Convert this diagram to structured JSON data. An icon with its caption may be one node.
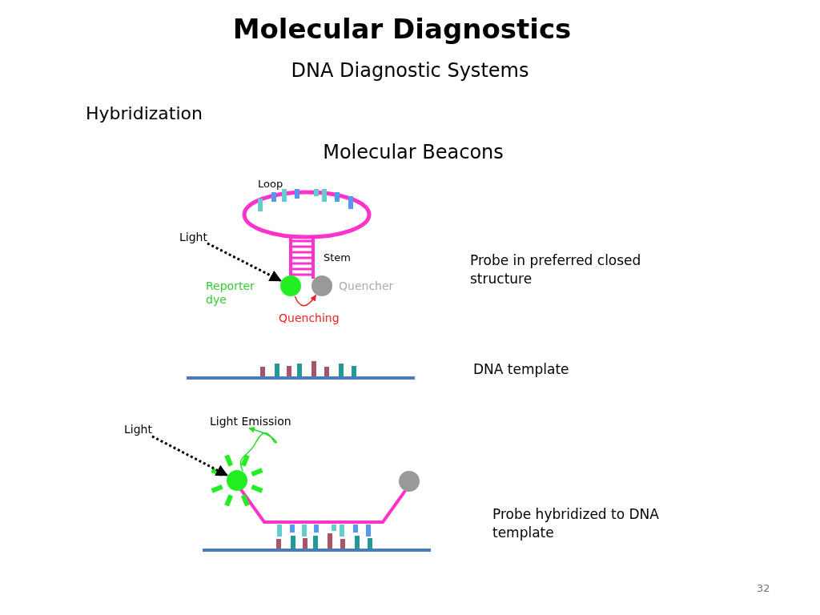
{
  "diagram": {
    "title": "Molecular Diagnostics",
    "nodes": [
      {
        "text": [
          "Light"
        ]
      },
      {
        "text": [],
        "shape": "circle",
        "beside": [
          "Reporter dye"
        ]
      },
      {
        "text": [],
        "shape": "circle",
        "beside": [
          "Quencher"
        ]
      },
      {
        "text": [
          "Light"
        ]
      },
      {
        "text": [],
        "shape": "circle"
      },
      {
        "text": [
          "Light Emission"
        ]
      },
      {
        "text": [],
        "shape": "circle"
      }
    ],
    "edges": [
      {
        "from": 0,
        "to": 1,
        "arrow": "to",
        "style": "dashed"
      },
      {
        "from": 1,
        "to": 2,
        "arrow": "to",
        "label": "Quenching",
        "color": "#ee2222"
      },
      {
        "from": 3,
        "to": 4,
        "arrow": "to",
        "style": "dashed"
      },
      {
        "from": 4,
        "to": 5,
        "arrow": "to",
        "color": "#22dd22"
      }
    ],
    "labels": [
      "DNA Diagnostic Systems",
      "Hybridization",
      "Molecular Beacons",
      "Loop",
      "Stem",
      "Probe in preferred closed structure",
      "DNA template",
      "Probe hybridized to DNA template",
      "32"
    ]
  }
}
